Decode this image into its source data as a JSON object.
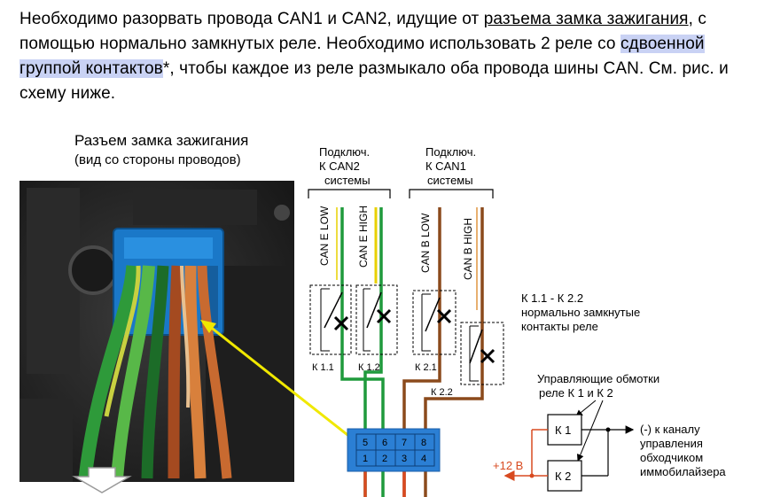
{
  "intro": {
    "part1": "Необходимо разорвать провода CAN1 и CAN2, идущие от ",
    "link1": "разъема замка зажигания",
    "part2": ", с помощью нормально замкнутых реле. Необходимо использовать 2 реле со ",
    "highlight": "сдвоенной группой контактов",
    "part3": "*, чтобы каждое из реле размыкало оба провода шины CAN. См. рис. и схему ниже."
  },
  "photo": {
    "title": "Разъем замка зажигания",
    "subtitle": "(вид со стороны проводов)"
  },
  "diagram": {
    "can2_header": [
      "Подключ.",
      "К CAN2",
      "системы"
    ],
    "can1_header": [
      "Подключ.",
      "К CAN1",
      "системы"
    ],
    "wires": [
      "CAN E LOW",
      "CAN E HIGH",
      "CAN B LOW",
      "CAN B HIGH"
    ],
    "relays": [
      "К 1.1",
      "К 1.2",
      "К 2.1",
      "К 2.2"
    ],
    "contacts_note": [
      "К 1.1 - К 2.2",
      "нормально замкнутые",
      "контакты реле"
    ],
    "coils_note": [
      "Управляющие обмотки",
      "реле К 1 и К 2"
    ],
    "coils": [
      "К 1",
      "К 2"
    ],
    "output_note": [
      "(-) к каналу",
      "управления",
      "обходчиком",
      "иммобилайзера"
    ],
    "power": "+12 В",
    "connector_top": [
      "5",
      "6",
      "7",
      "8"
    ],
    "connector_bottom": [
      "1",
      "2",
      "3",
      "4"
    ]
  },
  "colors": {
    "highlight": "#c9d2f4",
    "connector": "#2b7fd4",
    "wire_green": "#1f9a3c",
    "wire_yellow": "#e8d000",
    "wire_brown": "#8b4a1c",
    "wire_orange": "#d8a060",
    "wire_red": "#d84a20",
    "arrow_yellow": "#f0e800"
  }
}
